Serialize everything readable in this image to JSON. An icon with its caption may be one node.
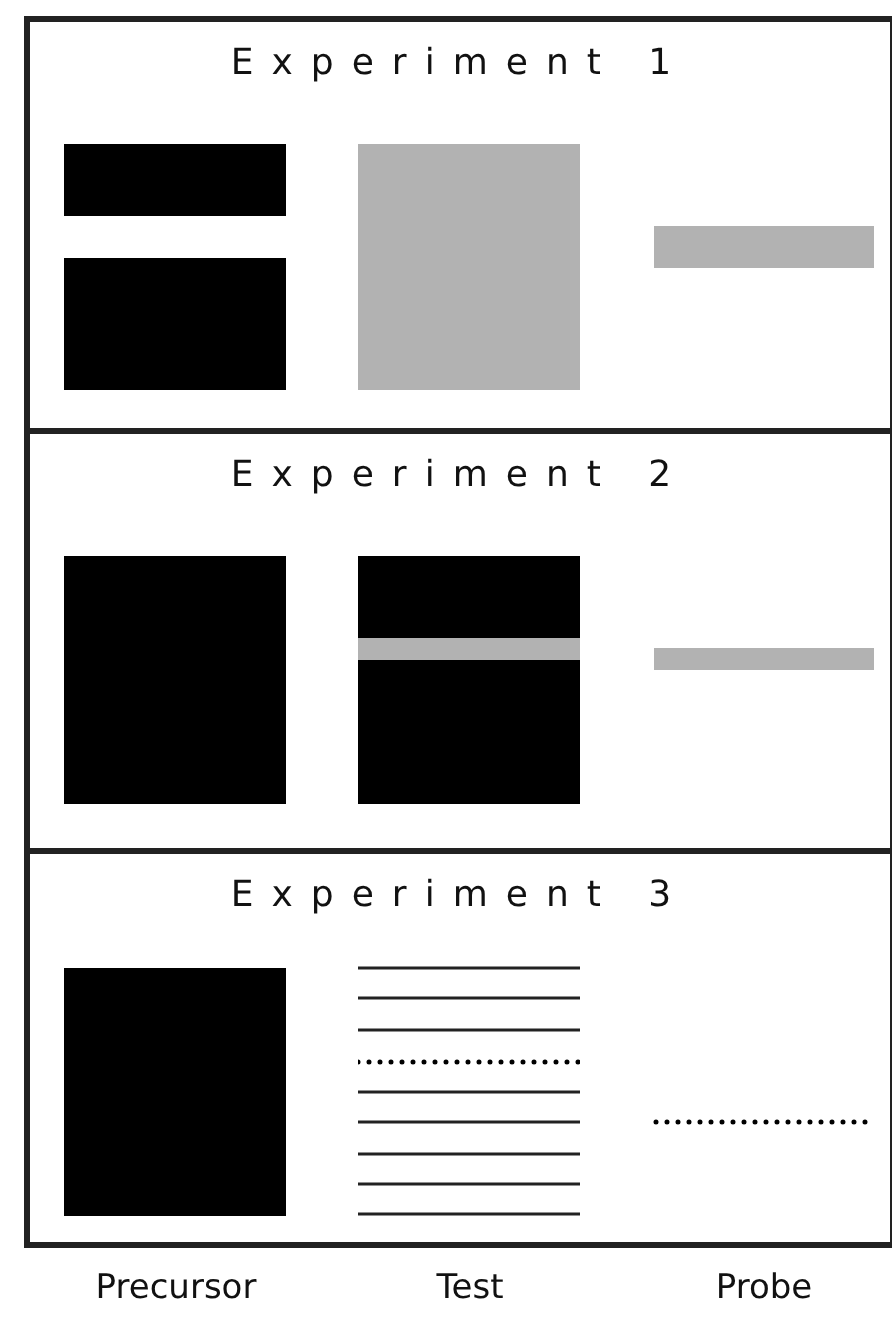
{
  "diagram": {
    "nodes": [
      {
        "text": [
          "Experiment 1"
        ]
      },
      {
        "text": [],
        "shape": "box",
        "in": 0
      },
      {
        "text": [],
        "shape": "box",
        "in": 0
      },
      {
        "text": [],
        "shape": "box",
        "in": 0
      },
      {
        "text": [],
        "shape": "bar",
        "in": 0
      },
      {
        "text": [
          "Experiment 2"
        ]
      },
      {
        "text": [],
        "shape": "box",
        "in": 5
      },
      {
        "text": [],
        "shape": "box",
        "in": 5
      },
      {
        "text": [],
        "shape": "bar",
        "in": 5
      },
      {
        "text": [
          "Experiment 3"
        ]
      },
      {
        "text": [],
        "shape": "box",
        "in": 9
      },
      {
        "text": [],
        "shape": "lines",
        "in": 9
      },
      {
        "text": [],
        "shape": "line",
        "in": 9
      }
    ],
    "edges": [],
    "labels": [
      "Precursor",
      "Test",
      "Probe"
    ]
  }
}
